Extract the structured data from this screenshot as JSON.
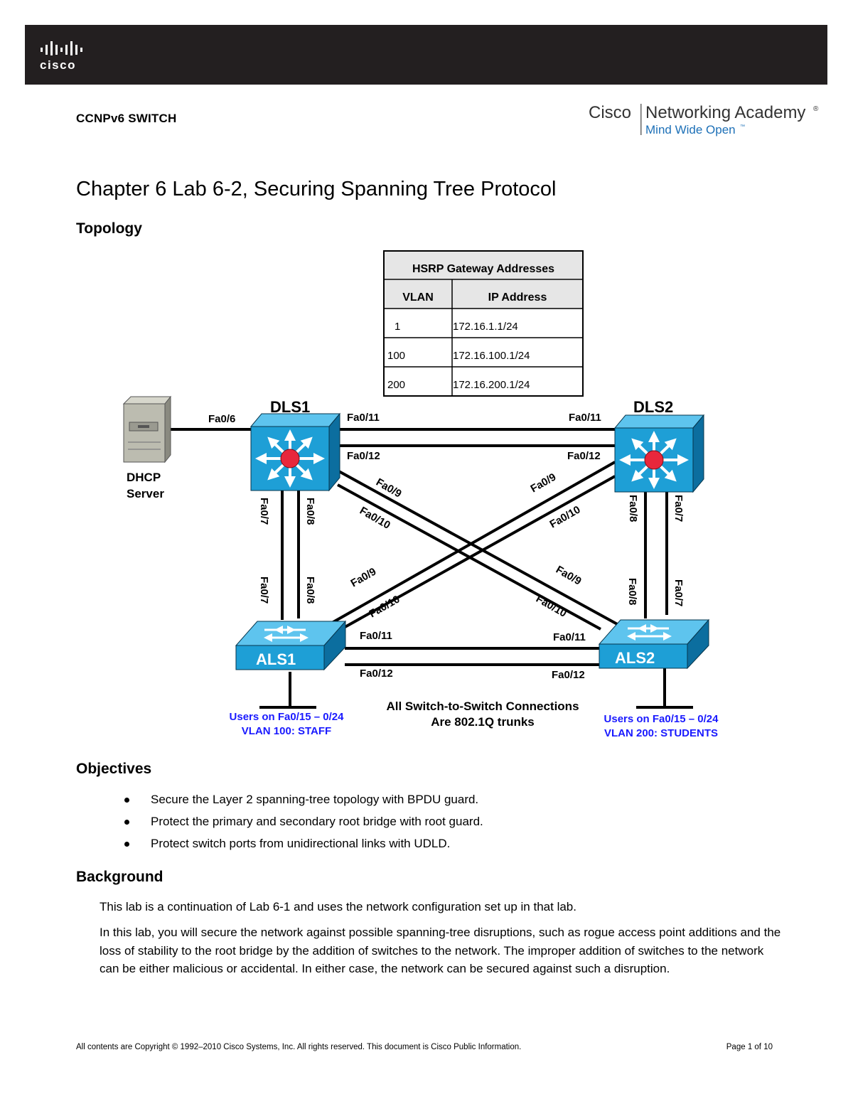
{
  "header": {
    "logo_text": "cisco",
    "course": "CCNPv6 SWITCH",
    "academy_brand": "Cisco",
    "academy_name": "Networking Academy",
    "academy_mark": "®",
    "academy_tagline": "Mind Wide Open",
    "academy_tagline_mark": "™"
  },
  "title": "Chapter 6 Lab 6-2, Securing Spanning Tree Protocol",
  "topology": {
    "heading": "Topology",
    "table": {
      "title": "HSRP Gateway Addresses",
      "col_vlan": "VLAN",
      "col_ip": "IP Address",
      "rows": [
        {
          "vlan": "1",
          "ip": "172.16.1.1/24"
        },
        {
          "vlan": "100",
          "ip": "172.16.100.1/24"
        },
        {
          "vlan": "200",
          "ip": "172.16.200.1/24"
        }
      ]
    },
    "devices": {
      "dls1": "DLS1",
      "dls2": "DLS2",
      "als1": "ALS1",
      "als2": "ALS2",
      "server_line1": "DHCP",
      "server_line2": "Server"
    },
    "ports": {
      "srv_dls1": "Fa0/6",
      "dls1_f11": "Fa0/11",
      "dls1_f12": "Fa0/12",
      "dls2_f11": "Fa0/11",
      "dls2_f12": "Fa0/12",
      "dls1_f9": "Fa0/9",
      "dls1_f10": "Fa0/10",
      "dls2_f9": "Fa0/9",
      "dls2_f10": "Fa0/10",
      "dls1_f7": "Fa0/7",
      "dls1_f8": "Fa0/8",
      "dls2_f8": "Fa0/8",
      "dls2_f7": "Fa0/7",
      "als1_f7": "Fa0/7",
      "als1_f8": "Fa0/8",
      "als2_f8": "Fa0/8",
      "als2_f7": "Fa0/7",
      "als1_f9": "Fa0/9",
      "als1_f10": "Fa0/10",
      "als2_f9": "Fa0/9",
      "als2_f10": "Fa0/10",
      "als1_f11": "Fa0/11",
      "als1_f12": "Fa0/12",
      "als2_f11": "Fa0/11",
      "als2_f12": "Fa0/12"
    },
    "users_left_1": "Users on Fa0/15 – 0/24",
    "users_left_2": "VLAN 100:  STAFF",
    "users_right_1": "Users on Fa0/15 – 0/24",
    "users_right_2": "VLAN 200:  STUDENTS",
    "note_1": "All Switch-to-Switch Connections",
    "note_2": "Are 802.1Q trunks"
  },
  "objectives": {
    "heading": "Objectives",
    "items": [
      "Secure the Layer 2 spanning-tree topology with BPDU guard.",
      "Protect the primary and secondary root bridge with root guard.",
      "Protect switch ports from unidirectional links with UDLD."
    ]
  },
  "background": {
    "heading": "Background",
    "p1": "This lab is a continuation of Lab 6-1 and uses the network configuration set up in that lab.",
    "p2": "In this lab, you will secure the network against possible spanning-tree disruptions, such as rogue access point additions and the loss of stability to the root bridge by the addition of switches to the network. The improper addition of switches to the network can be either malicious or accidental. In either case, the network can be secured against such a disruption."
  },
  "footer": {
    "copyright": "All contents are Copyright © 1992–2010 Cisco Systems, Inc. All rights reserved. This document is Cisco Public Information.",
    "page": "Page 1 of 10"
  },
  "colors": {
    "topbar": "#231f20",
    "switch_blue": "#1e9fd6",
    "switch_dark": "#0a5f8a",
    "users_blue": "#1a1aff",
    "router_red": "#e8273c"
  }
}
